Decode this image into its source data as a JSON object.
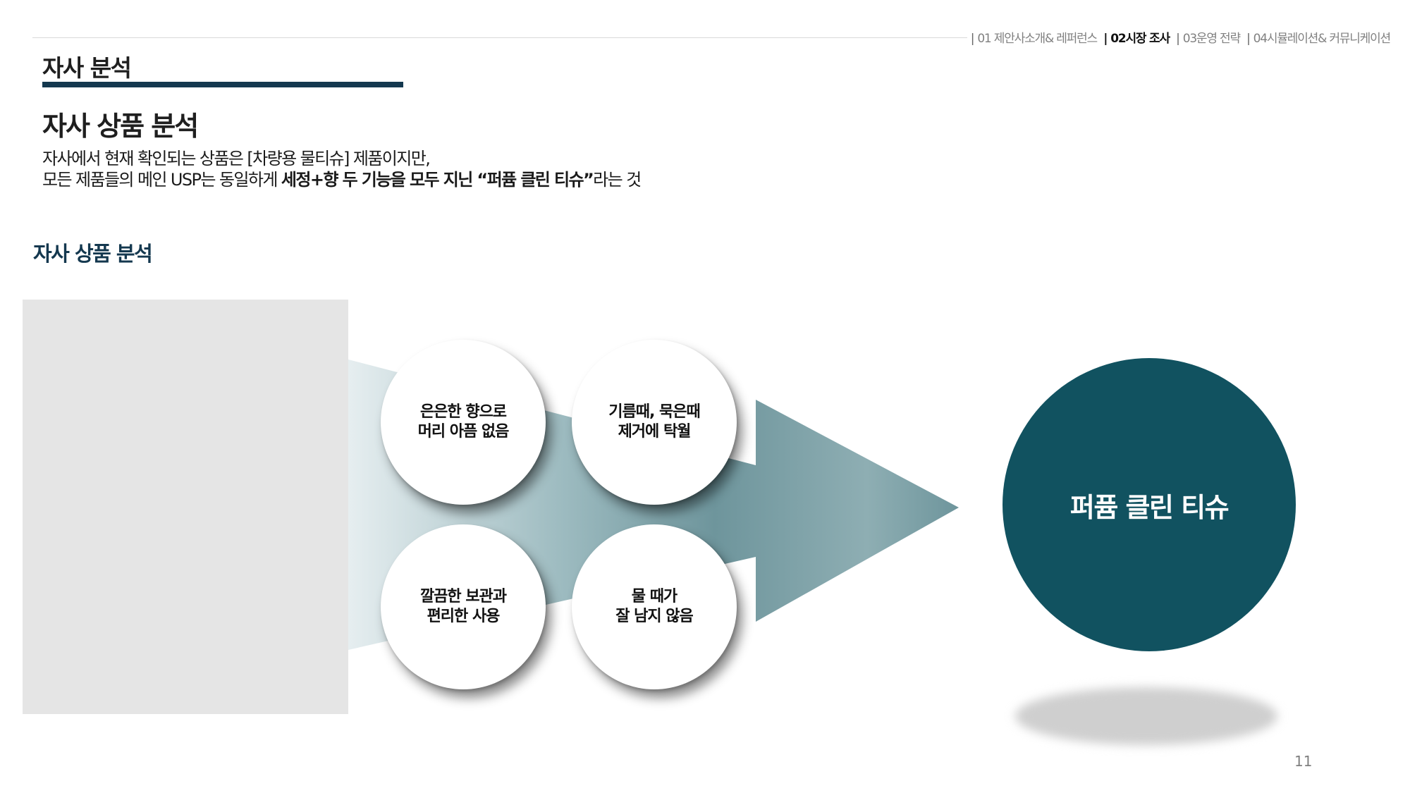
{
  "nav": {
    "items": [
      {
        "label": "01 제안사소개& 레퍼런스",
        "active": false
      },
      {
        "label": "02시장 조사",
        "active": true
      },
      {
        "label": "03운영 전략",
        "active": false
      },
      {
        "label": "04시뮬레이션& 커뮤니케이션",
        "active": false
      }
    ],
    "separator": "|"
  },
  "section_title": "자사 분석",
  "page_heading": "자사 상품 분석",
  "description": {
    "line1": "자사에서 현재 확인되는 상품은 [차량용 물티슈] 제품이지만,",
    "line2_prefix": "모든 제품들의 메인 USP는 동일하게 ",
    "line2_bold1": "세정+향 두 기능을 모두 지닌 “퍼퓸 클린 티슈”",
    "line2_suffix": "라는 것"
  },
  "sub_heading": "자사 상품 분석",
  "bubbles": [
    {
      "line1": "은은한 향으로",
      "line2": "머리 아픔 없음"
    },
    {
      "line1": "기름때, 묵은때",
      "line2": "제거에 탁월"
    },
    {
      "line1": "깔끔한 보관과",
      "line2": "편리한 사용"
    },
    {
      "line1": "물 때가",
      "line2": "잘 남지 않음"
    }
  ],
  "result_label": "퍼퓸 클린 티슈",
  "page_number": "11",
  "colors": {
    "accent": "#14384f",
    "result": "#115260",
    "arrow": "#6e959c"
  }
}
